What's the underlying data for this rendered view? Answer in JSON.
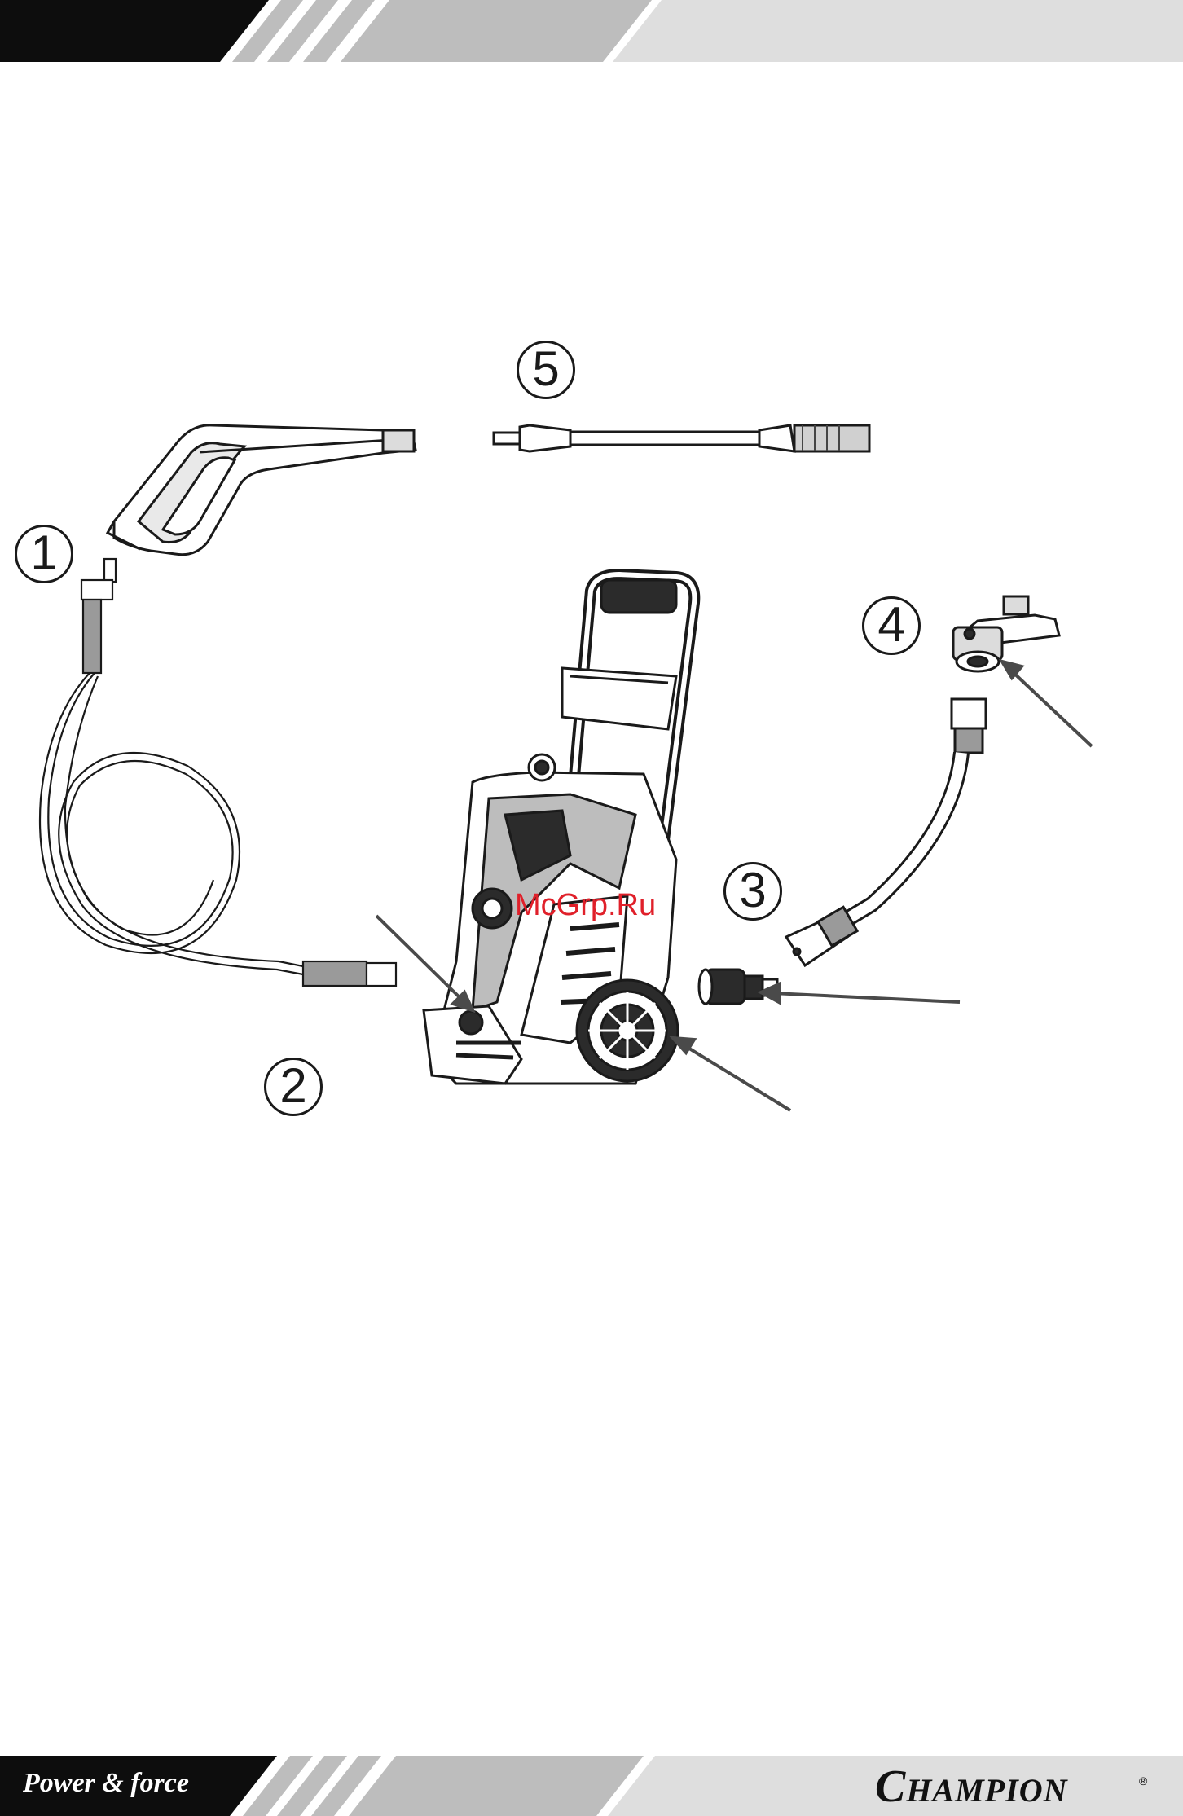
{
  "callouts": [
    "1",
    "2",
    "3",
    "4",
    "5"
  ],
  "watermark": "McGrp.Ru",
  "footer": {
    "slogan": "Power & force",
    "brand_first": "C",
    "brand_rest": "HAMPION",
    "registered": "®"
  },
  "colors": {
    "band_dark": "#0d0d0d",
    "band_mid": "#bdbdbd",
    "band_light": "#dedede",
    "arrow": "#4a4a4a",
    "watermark": "#e0202a"
  }
}
